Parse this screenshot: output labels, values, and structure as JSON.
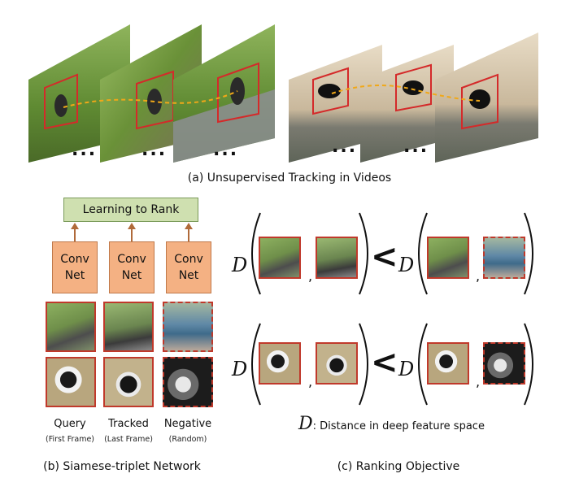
{
  "section_a": {
    "caption": "(a) Unsupervised Tracking in Videos",
    "ellipsis": "...",
    "colors": {
      "box": "#d42a2a",
      "track": "#f0a818"
    }
  },
  "section_b": {
    "caption": "(b) Siamese-triplet Network",
    "rank_label": "Learning to Rank",
    "conv_line1": "Conv",
    "conv_line2": "Net",
    "columns": [
      {
        "label": "Query",
        "sub": "(First Frame)"
      },
      {
        "label": "Tracked",
        "sub": "(Last Frame)"
      },
      {
        "label": "Negative",
        "sub": "(Random)"
      }
    ]
  },
  "section_c": {
    "caption": "(c) Ranking Objective",
    "D": "D",
    "lt": "<",
    "comma": ",",
    "legend_symbol": "D",
    "legend_text": ": Distance in deep feature space"
  }
}
